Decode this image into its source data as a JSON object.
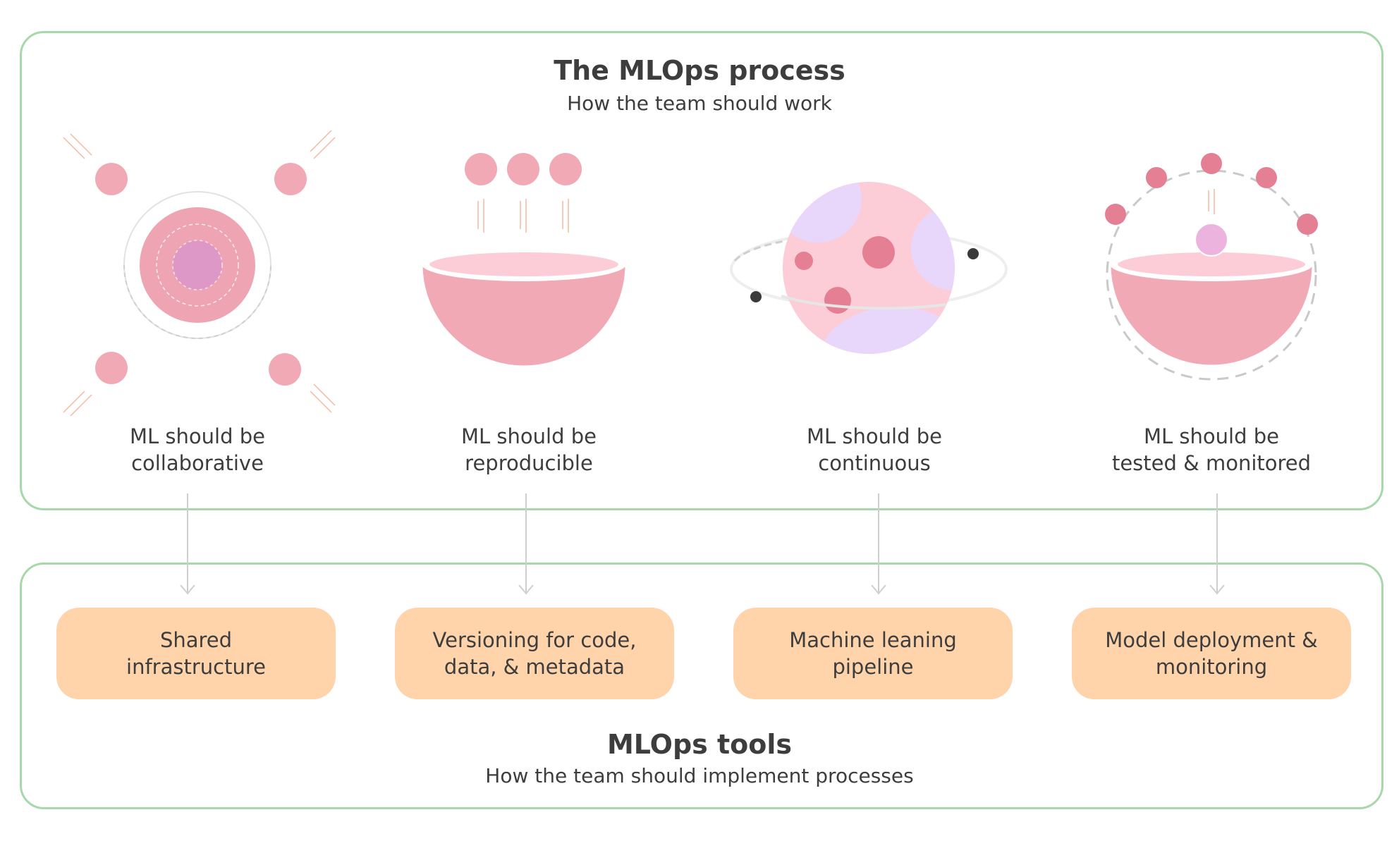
{
  "process": {
    "title": "The MLOps process",
    "subtitle": "How the team should work"
  },
  "principles": [
    {
      "line1": "ML should be",
      "line2": "collaborative",
      "icon": "collaboration-icon"
    },
    {
      "line1": "ML should be",
      "line2": "reproducible",
      "icon": "bowl-icon"
    },
    {
      "line1": "ML should be",
      "line2": "continuous",
      "icon": "planet-icon"
    },
    {
      "line1": "ML should be",
      "line2": "tested & monitored",
      "icon": "monitoring-orbit-icon"
    }
  ],
  "tools": {
    "title": "MLOps tools",
    "subtitle": "How the team should implement processes",
    "items": [
      {
        "line1": "Shared",
        "line2": "infrastructure"
      },
      {
        "line1": "Versioning for code,",
        "line2": "data, & metadata"
      },
      {
        "line1": "Machine leaning",
        "line2": "pipeline"
      },
      {
        "line1": "Model deployment &",
        "line2": "monitoring"
      }
    ]
  },
  "colors": {
    "panel_border": "#a7d8a9",
    "tool_box": "#ffd4ab",
    "pink": "#f1aab5",
    "dark_pink": "#e57f94",
    "lavender": "#e8d6fb",
    "arrow": "#cfcfcf"
  }
}
